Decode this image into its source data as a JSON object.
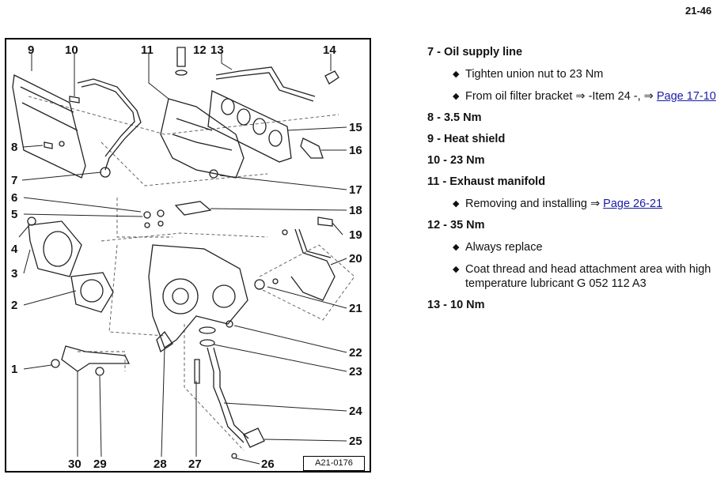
{
  "page_number": "21-46",
  "figure": {
    "code": "A21-0176",
    "labels": [
      "1",
      "2",
      "3",
      "4",
      "5",
      "6",
      "7",
      "8",
      "9",
      "10",
      "11",
      "12",
      "13",
      "14",
      "15",
      "16",
      "17",
      "18",
      "19",
      "20",
      "21",
      "22",
      "23",
      "24",
      "25",
      "26",
      "27",
      "28",
      "29",
      "30"
    ]
  },
  "legend": {
    "items": [
      {
        "title": "7 - Oil supply line",
        "subs": [
          {
            "text": "Tighten union nut to 23 Nm"
          },
          {
            "text": "From oil filter bracket ⇒ -Item 24 -, ⇒ ",
            "link": "Page 17-10"
          }
        ]
      },
      {
        "title": "8 - 3.5 Nm",
        "subs": []
      },
      {
        "title": "9 - Heat shield",
        "subs": []
      },
      {
        "title": "10 - 23 Nm",
        "subs": []
      },
      {
        "title": "11 - Exhaust manifold",
        "subs": [
          {
            "text": "Removing and installing ⇒ ",
            "link": "Page 26-21"
          }
        ]
      },
      {
        "title": "12 - 35 Nm",
        "subs": [
          {
            "text": "Always replace"
          },
          {
            "text": "Coat thread and head attachment area with high temperature lubricant G 052 112 A3"
          }
        ]
      },
      {
        "title": "13 - 10 Nm",
        "subs": []
      }
    ]
  }
}
